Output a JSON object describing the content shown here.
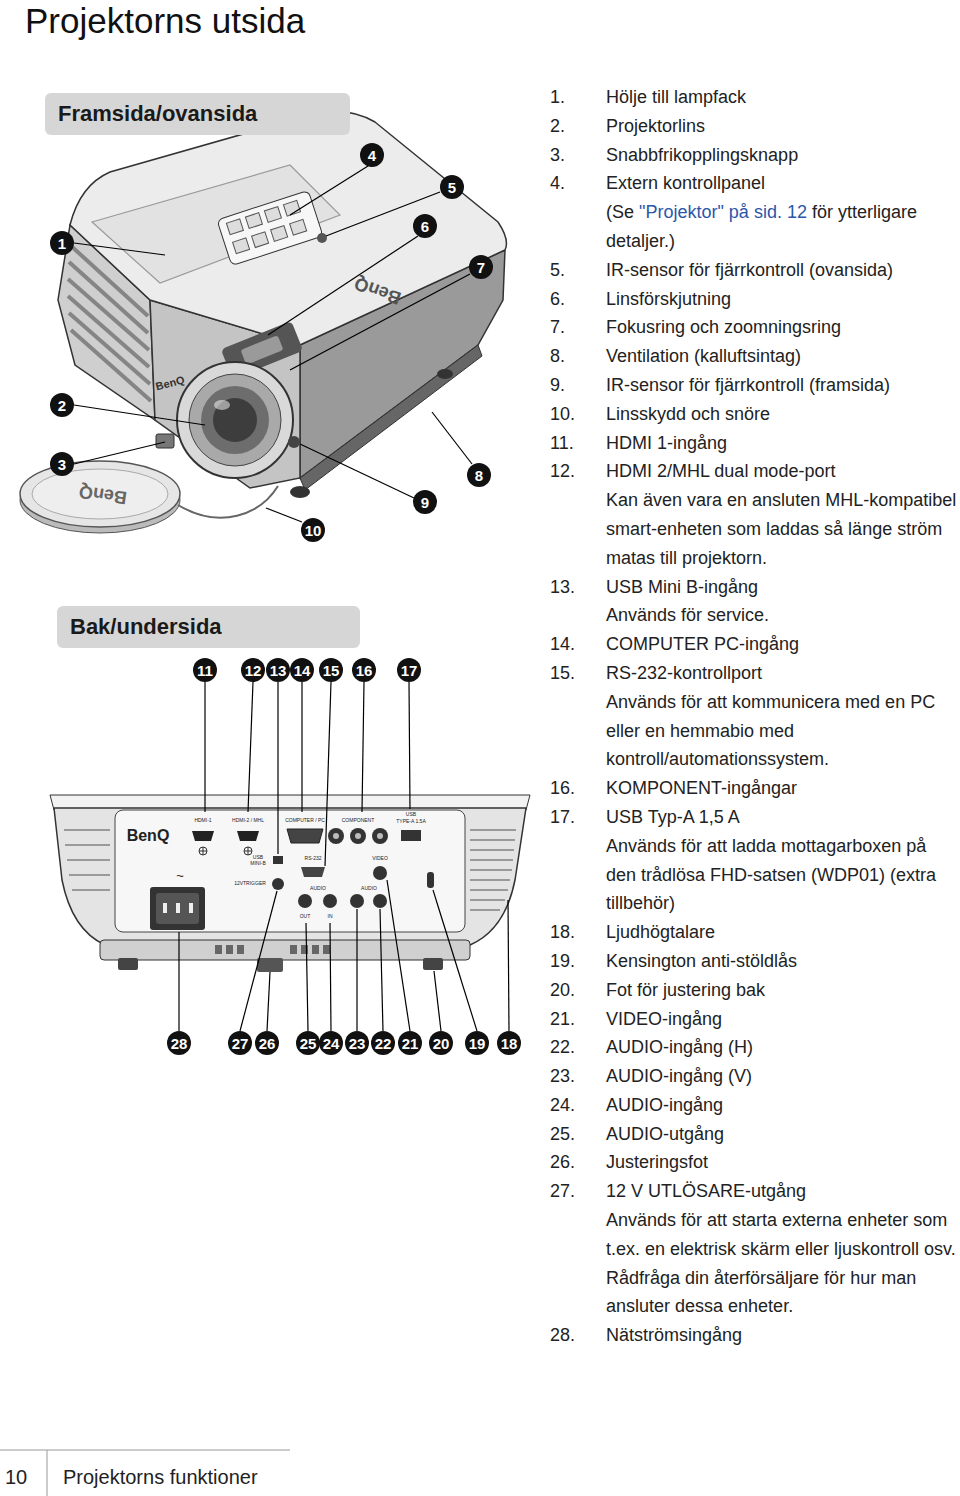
{
  "diagram": {
    "title": "Projektorns utsida",
    "nodes": [
      {
        "text": [
          "Framsida/ovansida"
        ]
      },
      {
        "text": [
          "1"
        ]
      },
      {
        "text": [
          "2"
        ]
      },
      {
        "text": [
          "3"
        ]
      },
      {
        "text": [
          "4"
        ]
      },
      {
        "text": [
          "5"
        ]
      },
      {
        "text": [
          "6"
        ]
      },
      {
        "text": [
          "7"
        ]
      },
      {
        "text": [
          "8"
        ]
      },
      {
        "text": [
          "9"
        ]
      },
      {
        "text": [
          "10"
        ]
      },
      {
        "text": [
          "Bak/undersida"
        ]
      },
      {
        "text": [
          "11"
        ]
      },
      {
        "text": [
          "12"
        ]
      },
      {
        "text": [
          "13"
        ]
      },
      {
        "text": [
          "14"
        ]
      },
      {
        "text": [
          "15"
        ]
      },
      {
        "text": [
          "16"
        ]
      },
      {
        "text": [
          "17"
        ]
      },
      {
        "text": [
          "28"
        ]
      },
      {
        "text": [
          "27"
        ]
      },
      {
        "text": [
          "26"
        ]
      },
      {
        "text": [
          "25"
        ]
      },
      {
        "text": [
          "24"
        ]
      },
      {
        "text": [
          "23"
        ]
      },
      {
        "text": [
          "22"
        ]
      },
      {
        "text": [
          "21"
        ]
      },
      {
        "text": [
          "20"
        ]
      },
      {
        "text": [
          "19"
        ]
      },
      {
        "text": [
          "18"
        ]
      }
    ],
    "labels": [
      "1.",
      "Hölje till lampfack",
      "2.",
      "Projektorlins",
      "3.",
      "Snabbfrikopplingsknapp",
      "4.",
      "Extern kontrollpanel",
      "(Se",
      "\"Projektor\" på sid. 12",
      "för ytterligare detaljer.)",
      "5.",
      "IR-sensor för fjärrkontroll (ovansida)",
      "6.",
      "Linsförskjutning",
      "7.",
      "Fokusring och zoomningsring",
      "8.",
      "Ventilation (kalluftsintag)",
      "9.",
      "IR-sensor för fjärrkontroll (framsida)",
      "10.",
      "Linsskydd och snöre",
      "11.",
      "HDMI 1-ingång",
      "12.",
      "HDMI 2/MHL dual mode-port",
      "Kan även vara en ansluten MHL-kompatibel smart-enheten som laddas så länge ström matas till projektorn.",
      "13.",
      "USB Mini B-ingång",
      "Används för service.",
      "14.",
      "COMPUTER PC-ingång",
      "15.",
      "RS-232-kontrollport",
      "Används för att kommunicera med en PC eller en hemmabio med kontroll/automationssystem.",
      "16.",
      "KOMPONENT-ingångar",
      "17.",
      "USB Typ-A 1,5 A",
      "Används för att ladda mottagarboxen på den trådlösa FHD-satsen (WDP01) (extra tillbehör)",
      "18.",
      "Ljudhögtalare",
      "19.",
      "Kensington anti-stöldlås",
      "20.",
      "Fot för justering bak",
      "21.",
      "VIDEO-ingång",
      "22.",
      "AUDIO-ingång (H)",
      "23.",
      "AUDIO-ingång (V)",
      "24.",
      "AUDIO-ingång",
      "25.",
      "AUDIO-utgång",
      "26.",
      "Justeringsfot",
      "27.",
      "12 V UTLÖSARE-utgång",
      "Används för att starta externa enheter som t.ex. en elektrisk skärm eller ljuskontroll osv. Rådfråga din återförsäljare för hur man ansluter dessa enheter.",
      "28.",
      "Nätströmsingång",
      "BenQ",
      "BenQ",
      "BenQ",
      "BenQ",
      "HDMI-1",
      "HDMI-2 / MHL",
      "COMPUTER / PC",
      "COMPONENT",
      "USB",
      "TYPE-A 1.5A",
      "USB MINI-B",
      "12VTRIGGER",
      "RS-232",
      "VIDEO",
      "AUDIO",
      "OUT",
      "IN",
      "AUDIO",
      "~",
      "10",
      "Projektorns funktioner"
    ]
  }
}
